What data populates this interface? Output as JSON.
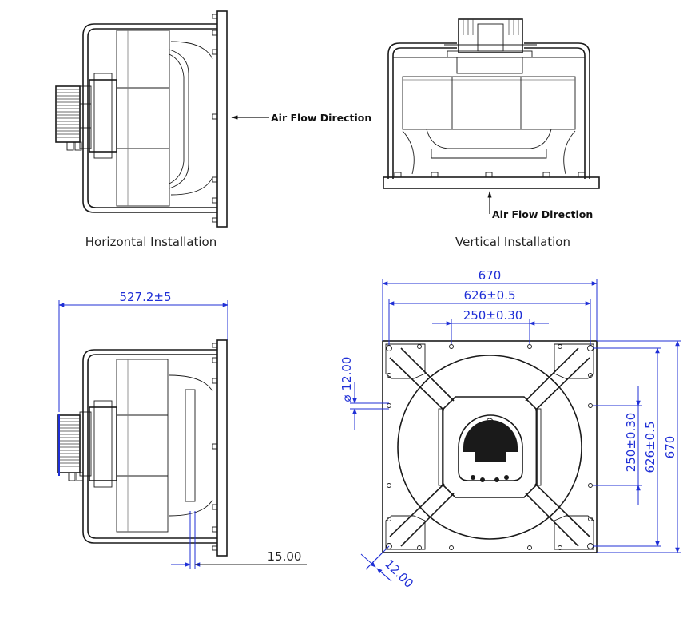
{
  "views": {
    "horizontal": {
      "caption": "Horizontal Installation",
      "airflow_label": "Air Flow Direction"
    },
    "vertical": {
      "caption": "Vertical Installation",
      "airflow_label": "Air Flow Direction"
    }
  },
  "dimensions": {
    "side_depth": "527.2±5",
    "outlet_offset": "15.00",
    "width_overall": "670",
    "width_holes": "626±0.5",
    "width_center_holes": "250±0.30",
    "hole_diameter": "12.00",
    "corner_offset": "12.00",
    "height_overall": "670",
    "height_holes": "626±0.5",
    "height_center_holes": "250±0.30"
  },
  "colors": {
    "line": "#1a1a1a",
    "dimension": "#1f2fd6"
  }
}
